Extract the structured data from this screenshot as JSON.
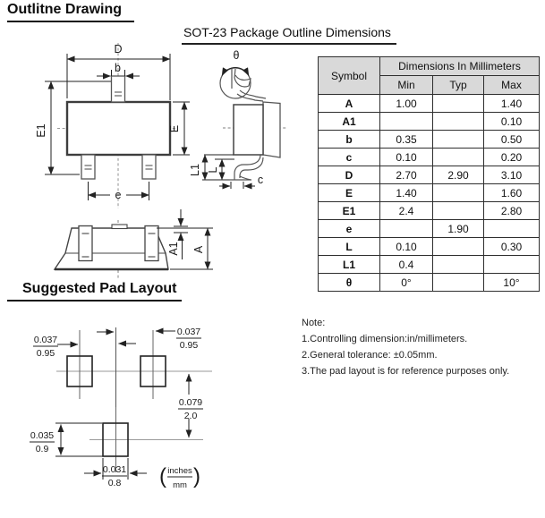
{
  "page": {
    "heading_outline": "Outlitne Drawing",
    "title": "SOT-23 Package Outline Dimensions",
    "heading_pad": "Suggested Pad Layout"
  },
  "outline_labels": {
    "D": "D",
    "b": "b",
    "E1": "E1",
    "E": "E",
    "e": "e",
    "theta": "θ",
    "L": "L",
    "L1": "L1",
    "c": "c",
    "A1": "A1",
    "A": "A"
  },
  "pad_layout": {
    "left_pitch": {
      "inches": "0.037",
      "mm": "0.95"
    },
    "right_pitch": {
      "inches": "0.037",
      "mm": "0.95"
    },
    "vertical": {
      "inches": "0.079",
      "mm": "2.0"
    },
    "pad_height": {
      "inches": "0.035",
      "mm": "0.9"
    },
    "pad_width": {
      "inches": "0.031",
      "mm": "0.8"
    },
    "legend": {
      "numerator": "inches",
      "denominator": "mm",
      "open_paren": "(",
      "close_paren": ")"
    }
  },
  "table": {
    "symbol_header": "Symbol",
    "group_header": "Dimensions In Millimeters",
    "columns": [
      "Min",
      "Typ",
      "Max"
    ],
    "rows": [
      {
        "symbol": "A",
        "min": "1.00",
        "typ": "",
        "max": "1.40"
      },
      {
        "symbol": "A1",
        "min": "",
        "typ": "",
        "max": "0.10"
      },
      {
        "symbol": "b",
        "min": "0.35",
        "typ": "",
        "max": "0.50"
      },
      {
        "symbol": "c",
        "min": "0.10",
        "typ": "",
        "max": "0.20"
      },
      {
        "symbol": "D",
        "min": "2.70",
        "typ": "2.90",
        "max": "3.10"
      },
      {
        "symbol": "E",
        "min": "1.40",
        "typ": "",
        "max": "1.60"
      },
      {
        "symbol": "E1",
        "min": "2.4",
        "typ": "",
        "max": "2.80"
      },
      {
        "symbol": "e",
        "min": "",
        "typ": "1.90",
        "max": ""
      },
      {
        "symbol": "L",
        "min": "0.10",
        "typ": "",
        "max": "0.30"
      },
      {
        "symbol": "L1",
        "min": "0.4",
        "typ": "",
        "max": ""
      },
      {
        "symbol": "θ",
        "min": "0°",
        "typ": "",
        "max": "10°"
      }
    ]
  },
  "notes": {
    "title": "Note:",
    "items": [
      "1.Controlling dimension:in/millimeters.",
      "2.General tolerance: ±0.05mm.",
      "3.The pad layout is for reference purposes only."
    ]
  },
  "colors": {
    "body_line": "#3d3d3d",
    "thin_line": "#555555",
    "dim_line": "#222222",
    "centerline": "#999999",
    "table_header_bg": "#d9d9d9",
    "text": "#111111"
  }
}
